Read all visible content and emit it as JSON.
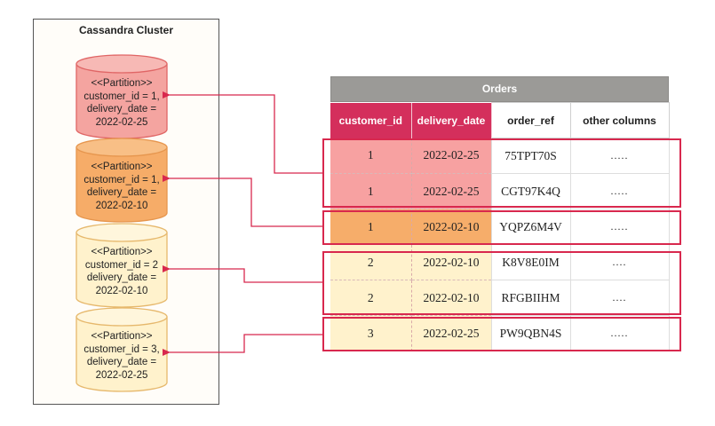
{
  "cluster": {
    "title": "Cassandra Cluster",
    "partitions": [
      {
        "stereotype": "<<Partition>>",
        "key_line": "customer_id = 1,",
        "date_label": "delivery_date =",
        "date_value": "2022-02-25",
        "fill": "#f4a4a0",
        "top_fill": "#f7b9b5",
        "stroke": "#e06666"
      },
      {
        "stereotype": "<<Partition>>",
        "key_line": "customer_id = 1,",
        "date_label": "delivery_date =",
        "date_value": "2022-02-10",
        "fill": "#f6ac68",
        "top_fill": "#f8bf86",
        "stroke": "#e6964e"
      },
      {
        "stereotype": "<<Partition>>",
        "key_line": "customer_id = 2",
        "date_label": "delivery_date =",
        "date_value": "2022-02-10",
        "fill": "#fff2cc",
        "top_fill": "#fff6dc",
        "stroke": "#e6b86c"
      },
      {
        "stereotype": "<<Partition>>",
        "key_line": "customer_id = 3,",
        "date_label": "delivery_date =",
        "date_value": "2022-02-25",
        "fill": "#fff2cc",
        "top_fill": "#fff6dc",
        "stroke": "#e6b86c"
      }
    ]
  },
  "table": {
    "title": "Orders",
    "columns": [
      "customer_id",
      "delivery_date",
      "order_ref",
      "other columns"
    ],
    "rows": [
      {
        "customer_id": "1",
        "delivery_date": "2022-02-25",
        "order_ref": "75TPT70S",
        "other": ".....",
        "fill": "#f7a1a1"
      },
      {
        "customer_id": "1",
        "delivery_date": "2022-02-25",
        "order_ref": "CGT97K4Q",
        "other": ".....",
        "fill": "#f7a1a1"
      },
      {
        "customer_id": "1",
        "delivery_date": "2022-02-10",
        "order_ref": "YQPZ6M4V",
        "other": ".....",
        "fill": "#f6ad6a"
      },
      {
        "customer_id": "2",
        "delivery_date": "2022-02-10",
        "order_ref": "K8V8E0IM",
        "other": "....",
        "fill": "#fff2cc"
      },
      {
        "customer_id": "2",
        "delivery_date": "2022-02-10",
        "order_ref": "RFGBIIHM",
        "other": "....",
        "fill": "#fff2cc"
      },
      {
        "customer_id": "3",
        "delivery_date": "2022-02-25",
        "order_ref": "PW9QBN4S",
        "other": ".....",
        "fill": "#fff2cc"
      }
    ]
  },
  "colors": {
    "key_header": "#d42f5c",
    "table_title_bar": "#9b9a97",
    "group_outline": "#d8284e",
    "arrow": "#d8284e"
  }
}
